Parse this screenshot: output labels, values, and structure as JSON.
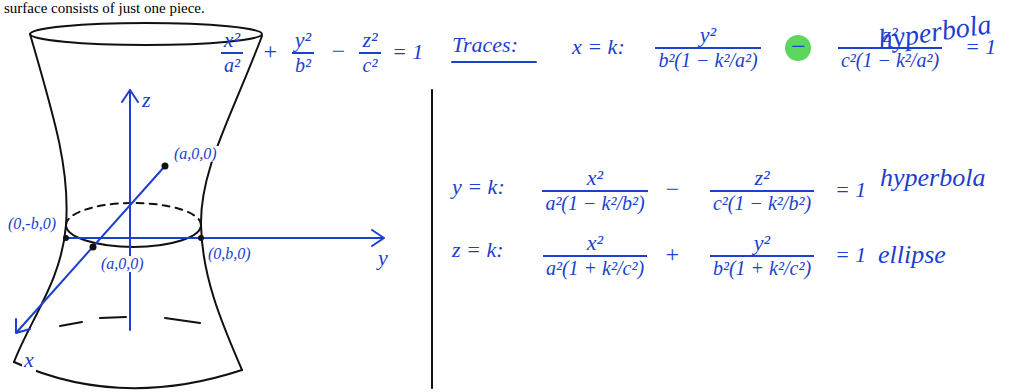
{
  "diagram": {
    "labels": [
      "surface consists of just one piece.",
      "x²",
      "a²",
      "+",
      "y²",
      "b²",
      "−",
      "z²",
      "c²",
      "= 1",
      "hyperbola",
      "z",
      "y",
      "x",
      "(a,0,0)",
      "(0,-b,0)",
      "(0,b,0)",
      "(a,0,0)",
      "Traces:",
      "x = k:",
      "y²",
      "b²(1 − k²/a²)",
      "−",
      "z²",
      "c²(1 − k²/a²)",
      "= 1",
      "y = k:",
      "x²",
      "a²(1 − k²/b²)",
      "−",
      "z²",
      "c²(1 − k²/b²)",
      "= 1",
      "hyperbola",
      "z = k:",
      "x²",
      "a²(1 + k²/c²)",
      "+",
      "y²",
      "b²(1 + k²/c²)",
      "= 1",
      "ellipse"
    ]
  }
}
